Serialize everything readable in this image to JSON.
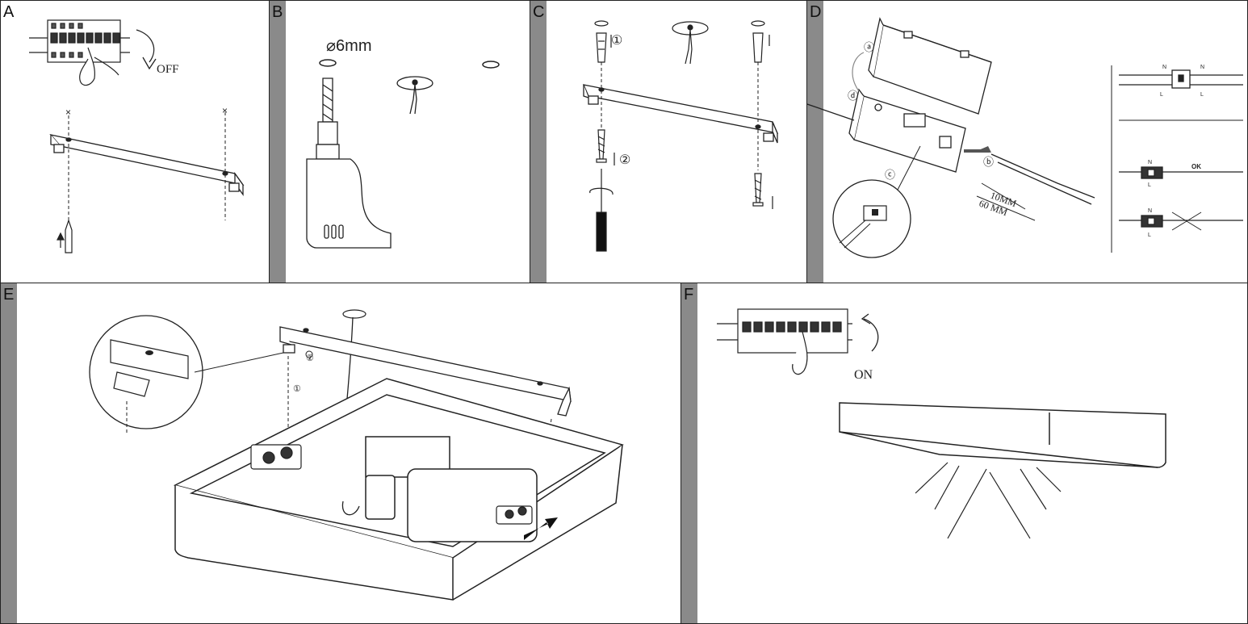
{
  "panels": {
    "a": {
      "letter": "A",
      "switch_label": "OFF"
    },
    "b": {
      "letter": "B",
      "drill_size": "⌀6mm"
    },
    "c": {
      "letter": "C",
      "step_1": "①",
      "step_2": "②"
    },
    "d": {
      "letter": "D",
      "callout_a": "ⓐ",
      "callout_b": "ⓑ",
      "callout_c": "ⓒ",
      "callout_d": "ⓓ",
      "strip_short": "10MM",
      "strip_long": "60 MM",
      "neutral": "N",
      "live": "L",
      "ok": "OK"
    },
    "e": {
      "letter": "E",
      "step_1": "①",
      "step_2": "②"
    },
    "f": {
      "letter": "F",
      "switch_label": "ON"
    }
  }
}
